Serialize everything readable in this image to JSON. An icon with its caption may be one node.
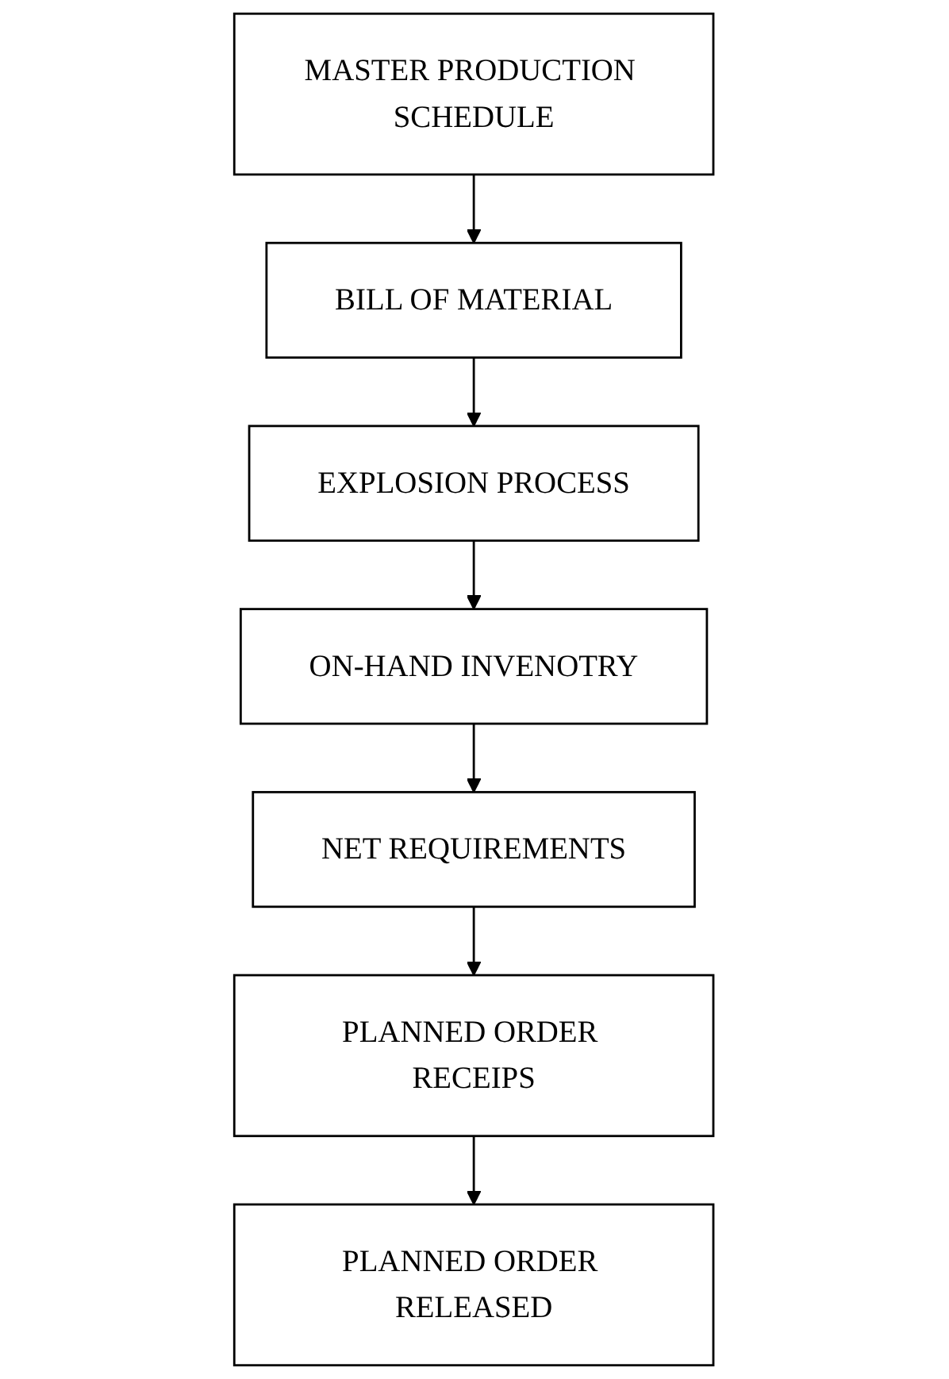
{
  "diagram": {
    "nodes": [
      {
        "text": [
          "MASTER PRODUCTION SCHEDULE"
        ]
      },
      {
        "text": [
          "BILL OF MATERIAL"
        ]
      },
      {
        "text": [
          "EXPLOSION PROCESS"
        ]
      },
      {
        "text": [
          "ON-HAND INVENOTRY"
        ]
      },
      {
        "text": [
          "NET REQUIREMENTS"
        ]
      },
      {
        "text": [
          "PLANNED ORDER RECEIPS"
        ]
      },
      {
        "text": [
          "PLANNED ORDER RELEASED"
        ]
      }
    ],
    "edges": [
      {
        "from": 0,
        "to": 1,
        "arrow": "to"
      },
      {
        "from": 1,
        "to": 2,
        "arrow": "to"
      },
      {
        "from": 2,
        "to": 3,
        "arrow": "to"
      },
      {
        "from": 3,
        "to": 4,
        "arrow": "to"
      },
      {
        "from": 4,
        "to": 5,
        "arrow": "to"
      },
      {
        "from": 5,
        "to": 6,
        "arrow": "to"
      }
    ]
  }
}
